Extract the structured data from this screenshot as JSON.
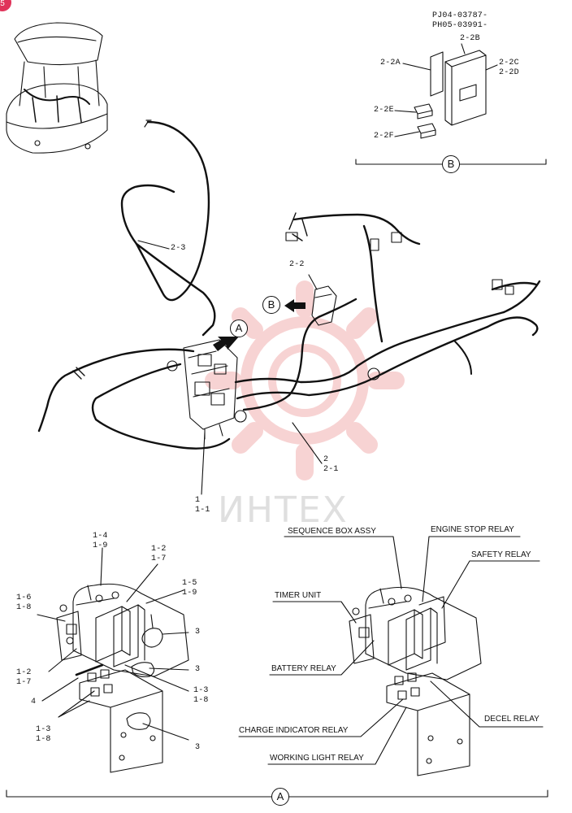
{
  "page_marker": "5",
  "serial_ranges": [
    "PJ04-03787-",
    "PH05-03991-"
  ],
  "watermark_text": "ИНТЕХ",
  "view_markers": {
    "a": "A",
    "b": "B"
  },
  "inset_b": {
    "labels": {
      "p2_2b": "2-2B",
      "p2_2a": "2-2A",
      "p2_2c": "2-2C",
      "p2_2d": "2-2D",
      "p2_2e": "2-2E",
      "p2_2f": "2-2F"
    }
  },
  "main_view": {
    "labels": {
      "p2_3": "2-3",
      "p2_2": "2-2",
      "p2": "2",
      "p2_1": "2-1",
      "p1": "1",
      "p1_1": "1-1"
    }
  },
  "detail_a": {
    "labels": {
      "p1_4": "1-4",
      "p1_9a": "1-9",
      "p1_2a": "1-2",
      "p1_7a": "1-7",
      "p1_5": "1-5",
      "p1_9b": "1-9",
      "p1_6": "1-6",
      "p1_8a": "1-8",
      "p3a": "3",
      "p3b": "3",
      "p1_2b": "1-2",
      "p1_7b": "1-7",
      "p4": "4",
      "p1_3a": "1-3",
      "p1_8b": "1-8",
      "p1_3b": "1-3",
      "p1_8c": "1-8",
      "p3c": "3"
    },
    "callouts": {
      "sequence_box": "SEQUENCE BOX ASSY",
      "engine_stop": "ENGINE STOP RELAY",
      "safety": "SAFETY RELAY",
      "timer": "TIMER UNIT",
      "battery": "BATTERY RELAY",
      "decel": "DECEL RELAY",
      "charge": "CHARGE INDICATOR RELAY",
      "working_light": "WORKING LIGHT RELAY"
    }
  },
  "colors": {
    "line": "#111111",
    "watermark": "#f0a0a0",
    "page_dot": "#e0335a"
  }
}
